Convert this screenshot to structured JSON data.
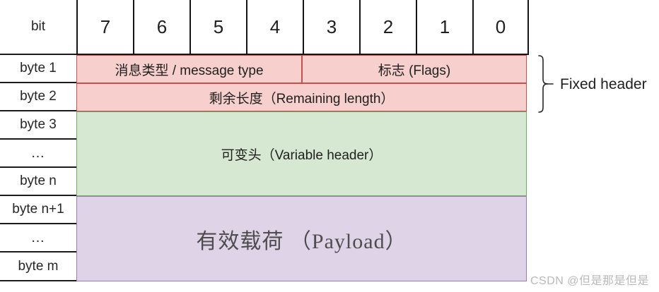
{
  "table": {
    "corner_label": "bit",
    "bit_headers": [
      "7",
      "6",
      "5",
      "4",
      "3",
      "2",
      "1",
      "0"
    ],
    "byte_labels": [
      "byte 1",
      "byte 2",
      "byte 3",
      "…",
      "byte n",
      "byte n+1",
      "…",
      "byte m"
    ]
  },
  "sections": {
    "message_type": "消息类型 / message type",
    "flags": "标志 (Flags)",
    "remaining_length": "剩余长度（Remaining length）",
    "variable_header": "可变头（Variable header）",
    "payload": "有效载荷 （Payload）"
  },
  "annotations": {
    "fixed_header": "Fixed header"
  },
  "watermark": {
    "text": "CSDN @但是那是但是"
  },
  "colors": {
    "fixed_header_fill": "#f7cfcc",
    "fixed_header_stroke": "#c8504f",
    "variable_header_fill": "#d6e8d1",
    "variable_header_stroke": "#75a86a",
    "payload_fill": "#dfd3e8",
    "payload_stroke": "#9b7bb0",
    "grid_line": "#141414"
  }
}
